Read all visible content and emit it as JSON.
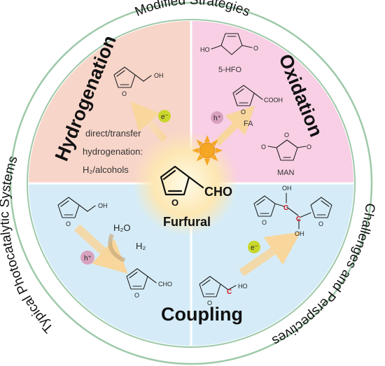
{
  "outer_labels": {
    "top": "Modified Strategies",
    "left": "Typical Photocatalytic Systems",
    "right": "Challenges and Perspectives"
  },
  "quadrants": {
    "hydrogenation": {
      "title": "Hydrogenation",
      "text_line1": "direct/transfer",
      "text_line2": "hydrogenation:",
      "text_line3": "H₂/alcohols",
      "product_label": "OH",
      "charge": "e⁻",
      "color": "#f6d2c8"
    },
    "oxidation": {
      "title": "Oxidation",
      "products": [
        "5-HFO",
        "FA",
        "MAN"
      ],
      "fa_group": "COOH",
      "hfo_group": "HO",
      "charge": "h⁺",
      "color": "#f7cfe3"
    },
    "coupling": {
      "title": "Coupling",
      "left_reactant_label": "OH",
      "left_product_label": "CHO",
      "water": "H₂O",
      "hydrogen": "H₂",
      "charge_left": "h⁺",
      "charge_right": "e⁻",
      "right_reactant_label": "HO",
      "right_product_oh": "OH",
      "right_c": "C",
      "color": "#d6ecf8"
    }
  },
  "center": {
    "label": "Furfural",
    "group": "CHO"
  },
  "colors": {
    "ring": "#9ec9a9",
    "sun": "#f5a623",
    "center_glow": "#fde7b3",
    "e_badge": "#c9d62b",
    "h_badge": "#d8a2bf",
    "arrow": "#fbe3b0"
  }
}
